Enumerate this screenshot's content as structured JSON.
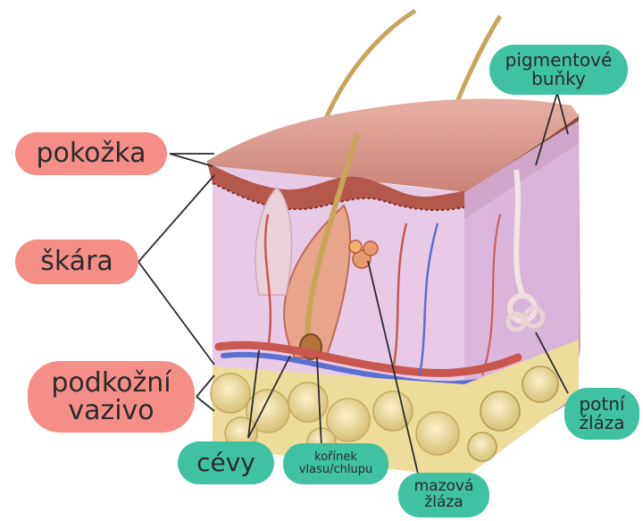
{
  "labels": {
    "pokozka": "pokožka",
    "skara": "škára",
    "podkozni_line1": "podkožní",
    "podkozni_line2": "vazivo",
    "pigment_line1": "pigmentové",
    "pigment_line2": "buňky",
    "cevy": "cévy",
    "korinek_line1": "kořínek",
    "korinek_line2": "vlasu/chlupu",
    "mazova_line1": "mazová",
    "mazova_line2": "žláza",
    "potni_line1": "potní",
    "potni_line2": "žláza"
  },
  "colors": {
    "pink_label": "#f48e86",
    "teal_label": "#3fc1a2",
    "epidermis": "#d9958a",
    "dermis": "#e8c8e6",
    "fat": "#f0dfa8",
    "hair": "#c9a55c",
    "vein": "#5a6fd0",
    "artery": "#c8574f"
  }
}
